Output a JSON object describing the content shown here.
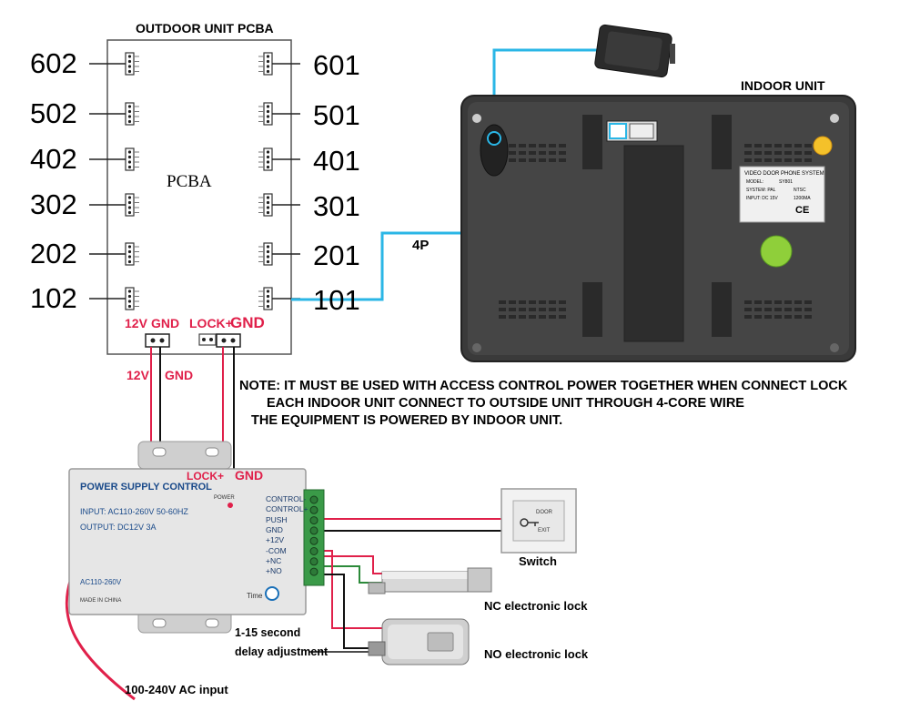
{
  "outdoor": {
    "title": "OUTDOOR UNIT PCBA",
    "board_label": "PCBA",
    "left_units": [
      "602",
      "502",
      "402",
      "302",
      "202",
      "102"
    ],
    "right_units": [
      "601",
      "501",
      "401",
      "301",
      "201",
      "101"
    ],
    "terminal_12v": "12V",
    "terminal_gnd": "GND",
    "terminal_lock": "LOCK+",
    "terminal_gnd2": "GND"
  },
  "indoor": {
    "title": "INDOOR UNIT",
    "connector_label": "4P",
    "sticker_title": "VIDEO DOOR PHONE SYSTEM",
    "sticker_model_label": "MODEL:",
    "sticker_model": "SY801",
    "sticker_system": "SYSTEM: PAL",
    "sticker_ntsc": "NTSC",
    "sticker_input": "INPUT: DC 15V",
    "sticker_current": "1200MA",
    "sticker_ce": "CE"
  },
  "wire_labels": {
    "v12": "12V",
    "gnd": "GND"
  },
  "notes": [
    "NOTE: IT MUST BE USED WITH ACCESS CONTROL POWER TOGETHER WHEN CONNECT LOCK",
    "EACH INDOOR UNIT CONNECT TO OUTSIDE UNIT THROUGH 4-CORE WIRE",
    "THE EQUIPMENT IS POWERED BY INDOOR UNIT."
  ],
  "psu": {
    "title": "POWER SUPPLY CONTROL",
    "input": "INPUT: AC110-260V 50-60HZ",
    "output": "OUTPUT:  DC12V  3A",
    "ac_label": "AC110-260V",
    "made_in": "MADE IN CHINA",
    "time_label": "Time",
    "power_label": "POWER",
    "lock_label": "LOCK+",
    "gnd_label": "GND",
    "terminals": [
      "CONTROL-",
      "CONTROL+",
      "PUSH",
      "GND",
      "+12V",
      "-COM",
      "+NC",
      "+NO"
    ]
  },
  "devices": {
    "switch_label": "Switch",
    "switch_door": "DOOR",
    "switch_exit": "EXIT",
    "nc_lock_label": "NC electronic lock",
    "no_lock_label": "NO electronic lock",
    "delay_line1": "1-15 second",
    "delay_line2": "delay adjustment",
    "ac_input": "100-240V AC input"
  },
  "colors": {
    "cyan_wire": "#2ab6e6",
    "red_wire": "#e0204a",
    "black_wire": "#111111",
    "green_wire": "#2c8a3a",
    "terminal_green": "#3a9a48",
    "indoor_body": "#3a3a3a"
  }
}
